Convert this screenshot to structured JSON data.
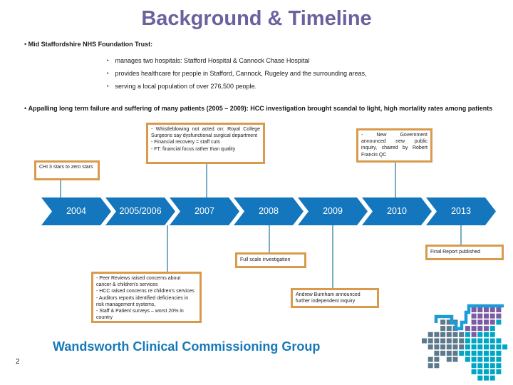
{
  "title": "Background & Timeline",
  "intro": {
    "main_bullet": "Mid Staffordshire NHS Foundation Trust:",
    "sub_bullets": [
      "manages two hospitals: Stafford Hospital & Cannock Chase Hospital",
      "provides healthcare for people in Stafford, Cannock, Rugeley and the surrounding areas,",
      "serving a local population of over 276,500 people."
    ],
    "second_bullet": "Appalling long term failure and suffering of many patients (2005 – 2009): HCC investigation brought scandal to light, high mortality rates among patients"
  },
  "timeline": {
    "type": "chevron-timeline",
    "years": [
      "2004",
      "2005/2006",
      "2007",
      "2008",
      "2009",
      "2010",
      "2013"
    ]
  },
  "callouts": {
    "chi": "CHI 3 stars to zero stars",
    "whistleblowing_lines": [
      "- Whistleblowing not acted on: Royal College Surgeons say dysfunctional surgical department",
      "- Financial recovery = staff cuts",
      "- FT: financial focus rather than quality"
    ],
    "new_government": "- New Government announced new public inquiry, chaired by Robert Francis QC",
    "full_scale": "Full scale investigation",
    "final_report": "Final Report published",
    "peer_reviews_lines": [
      "- Peer Reviews raised concerns about cancer & children's services",
      "- HCC raised concerns re children's services",
      "- Auditors reports identified deficiencies in risk management systems,",
      "- Staff & Patient surveys – worst 20% in country"
    ],
    "burnham": "Andrew Burnham announced further independent inquiry"
  },
  "footer": {
    "organisation": "Wandsworth Clinical Commissioning Group",
    "page_number": "2"
  },
  "colors": {
    "title_purple": "#6C609E",
    "chevron_blue": "#1476BD",
    "footer_blue": "#1779B8",
    "callout_border_orange": "#DA9A4C",
    "connector_blue": "#2F7FA8",
    "logo_slate": "#5C7A8C",
    "logo_teal": "#00A6C4",
    "logo_purple": "#7B5BA4",
    "logo_line_blue": "#1B9BD8"
  },
  "logo": {
    "name": "wandsworth-ccg-mosaic-logo",
    "grid": [
      "........ppppp.",
      "........ppppp.",
      "...sss..ppppt.",
      "...sss.ppppt..",
      ".sssssstpttt..",
      "ssssssstttttt.",
      ".sssssسttttttt",
      "..ssssttttttt.",
      ".ss.ss.tttttt.",
      ".ss.....ttttt.",
      "........ttttt.",
      ".........ttt.."
    ]
  }
}
